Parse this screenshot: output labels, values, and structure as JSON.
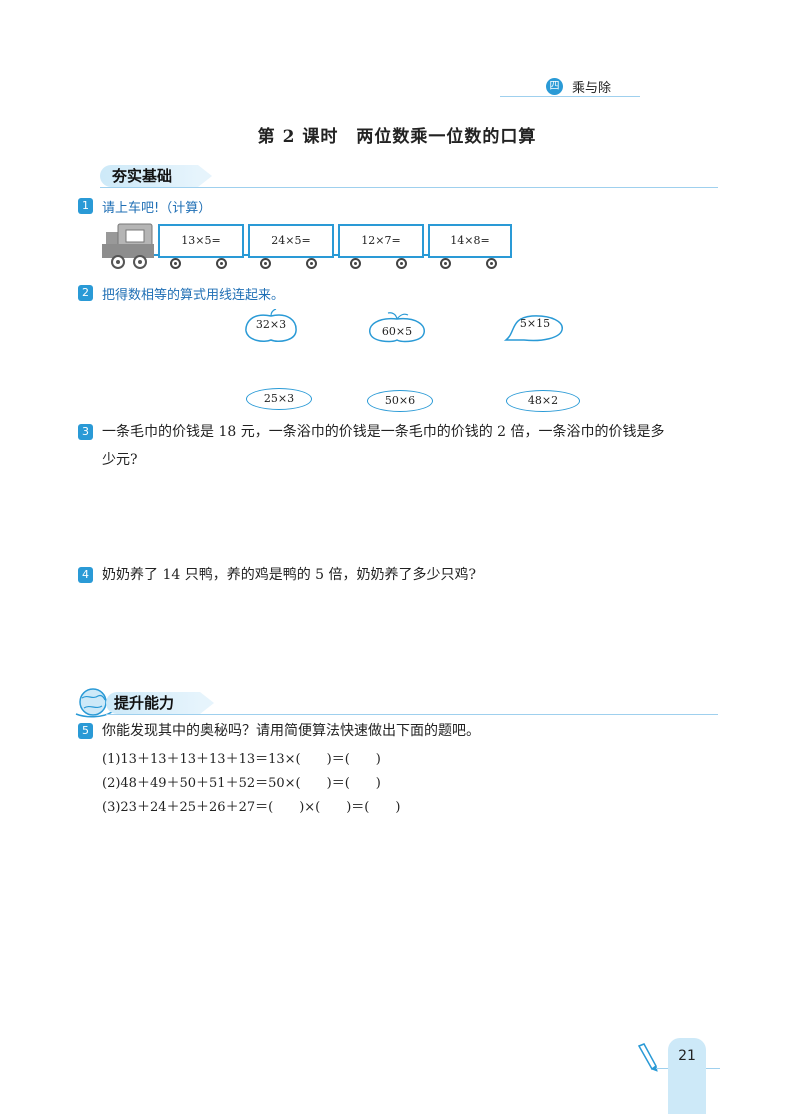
{
  "header": {
    "chapter_badge": "四",
    "chapter_name": "乘与除"
  },
  "lesson_title": "第 2 课时　两位数乘一位数的口算",
  "sections": {
    "basic": "夯实基础",
    "advanced": "提升能力"
  },
  "q1": {
    "num": "1",
    "text": "请上车吧!（计算）",
    "cars": [
      "13×5=",
      "24×5=",
      "12×7=",
      "14×8="
    ]
  },
  "q2": {
    "num": "2",
    "text": "把得数相等的算式用线连起来。",
    "top": [
      "32×3",
      "60×5",
      "5×15"
    ],
    "bottom": [
      "25×3",
      "50×6",
      "48×2"
    ]
  },
  "q3": {
    "num": "3",
    "line1": "一条毛巾的价钱是 18 元，一条浴巾的价钱是一条毛巾的价钱的 2 倍，一条浴巾的价钱是多",
    "line2": "少元?"
  },
  "q4": {
    "num": "4",
    "text": "奶奶养了 14 只鸭，养的鸡是鸭的 5 倍，奶奶养了多少只鸡?"
  },
  "q5": {
    "num": "5",
    "text": "你能发现其中的奥秘吗？请用简便算法快速做出下面的题吧。",
    "items": [
      "(1)13＋13＋13＋13＋13＝13×(　　)＝(　　)",
      "(2)48＋49＋50＋51＋52＝50×(　　)＝(　　)",
      "(3)23＋24＋25＋26＋27＝(　　)×(　　)＝(　　)"
    ]
  },
  "page_number": "21",
  "colors": {
    "accent": "#2a9ad6",
    "light": "#cde9f8"
  }
}
